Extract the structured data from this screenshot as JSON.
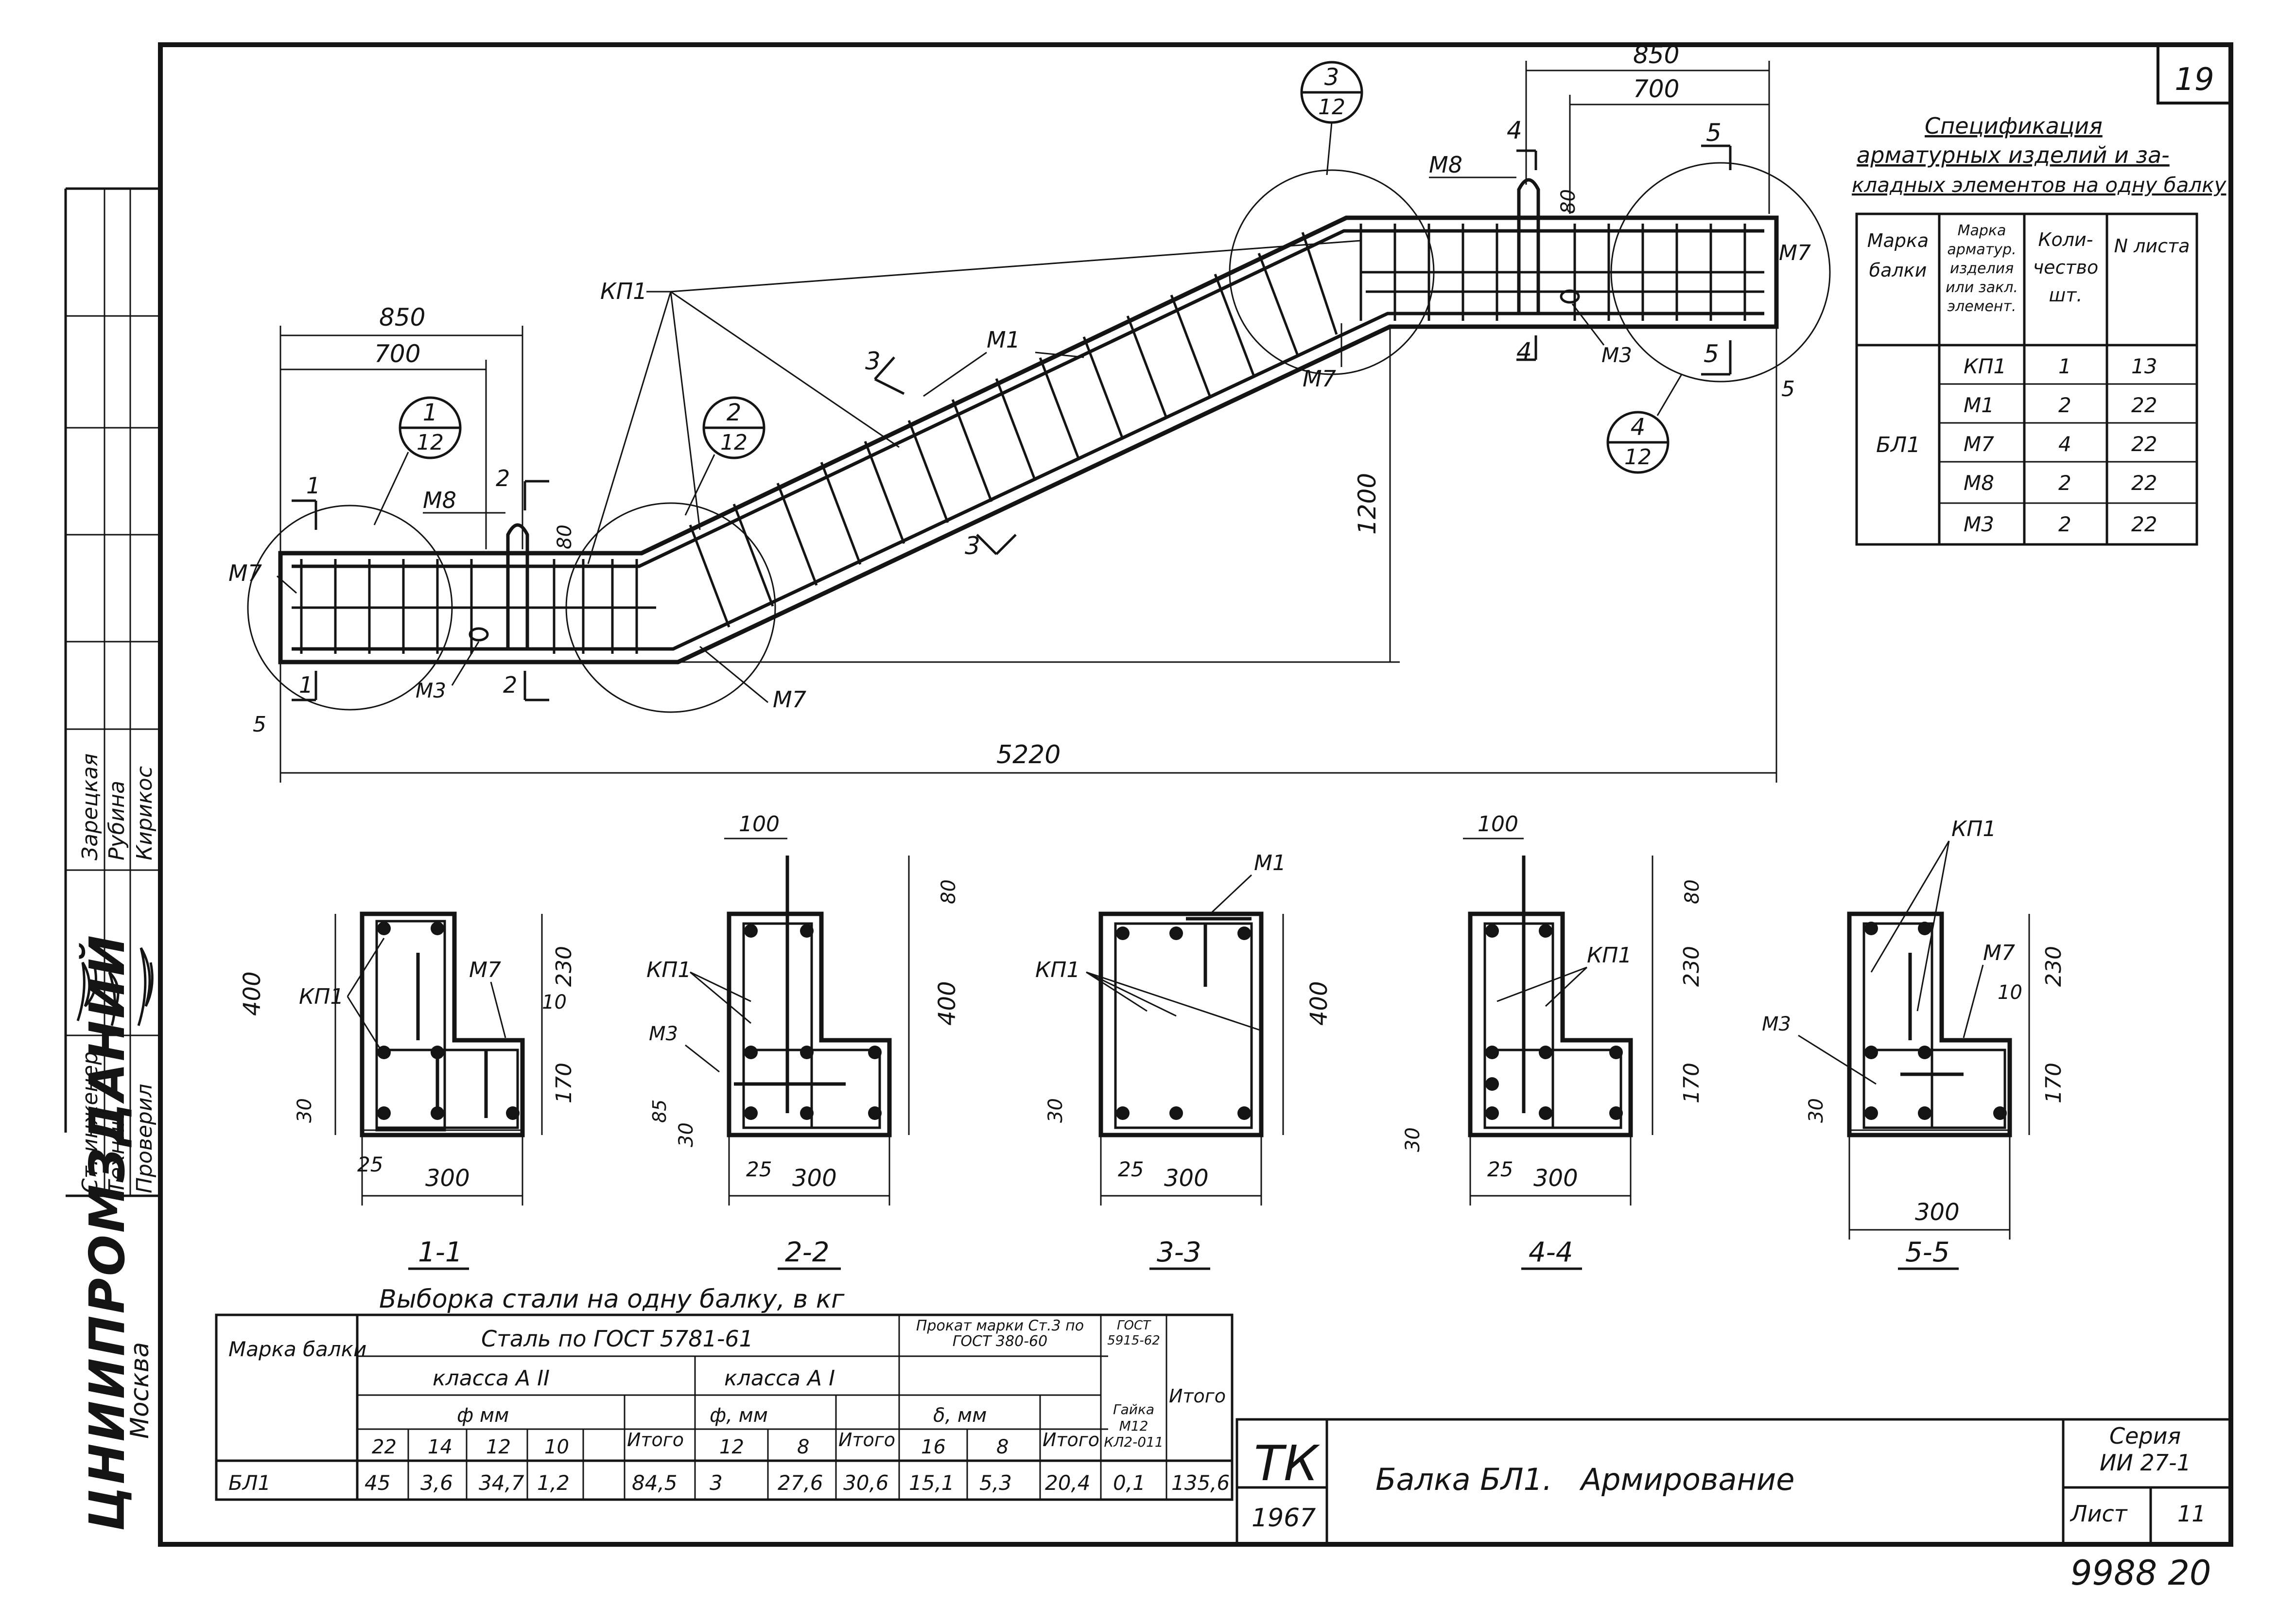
{
  "sheet": {
    "sheet_number_top": "19",
    "bottom_note": "9988 20",
    "org_name": "ЦНИИПРОМЗДАНИЙ",
    "org_city": "Москва"
  },
  "roles": [
    {
      "role": "Ст. инженер",
      "name": "Зарецкая"
    },
    {
      "role": "Техник",
      "name": "Рубина"
    },
    {
      "role": "Проверил",
      "name": "Кирикос"
    }
  ],
  "title_block": {
    "stamp": "ТК",
    "year": "1967",
    "title": "Балка БЛ1.   Армирование",
    "series_label": "Серия",
    "series_value": "ИИ 27-1",
    "sheet_label": "Лист",
    "sheet_value": "11"
  },
  "spec_table": {
    "title_line1": "Спецификация",
    "title_line2": "арматурных изделий и за-",
    "title_line3": "кладных элементов на одну балку",
    "headers": [
      "Марка балки",
      "Марка арматур. изделия или закл. элемент.",
      "Коли- чество шт.",
      "N листа"
    ],
    "beam": "БЛ1",
    "rows": [
      {
        "mark": "КП1",
        "qty": "1",
        "sheet": "13"
      },
      {
        "mark": "М1",
        "qty": "2",
        "sheet": "22"
      },
      {
        "mark": "М7",
        "qty": "4",
        "sheet": "22"
      },
      {
        "mark": "М8",
        "qty": "2",
        "sheet": "22"
      },
      {
        "mark": "М3",
        "qty": "2",
        "sheet": "22"
      }
    ]
  },
  "steel_table": {
    "title": "Выборка стали на одну балку, в кг",
    "h_mark": "Марка балки",
    "h_gost": "Сталь по ГОСТ 5781-61",
    "h_a2": "класса А II",
    "h_a1": "класса А I",
    "h_phi": "ф мм",
    "h_phi2": "ф, мм",
    "h_prokat": "Прокат марки Ст.3 по ГОСТ 380-60",
    "h_delta": "δ, мм",
    "h_gost2": "ГОСТ 5915-62",
    "h_nut": "Гайка М12 КЛ2-011",
    "h_total": "Итого",
    "d22": "22",
    "d14": "14",
    "d12": "12",
    "d10": "10",
    "e12": "12",
    "e8": "8",
    "t16": "16",
    "t8": "8",
    "row": [
      "БЛ1",
      "45",
      "3,6",
      "34,7",
      "1,2",
      "84,5",
      "3",
      "27,6",
      "30,6",
      "15,1",
      "5,3",
      "20,4",
      "0,1",
      "135,6"
    ]
  },
  "elevation": {
    "dim_total": "5220",
    "dim_850_left": "850",
    "dim_700_left": "700",
    "dim_850_right": "850",
    "dim_700_right": "700",
    "dim_1200": "1200",
    "dim_80a": "80",
    "dim_80b": "80",
    "dim_5a": "5",
    "dim_5b": "5",
    "labels": {
      "kp1": "КП1",
      "m1": "М1",
      "m8a": "М8",
      "m8b": "М8",
      "m7a": "М7",
      "m7b": "М7",
      "m7c": "М7",
      "m7d": "М7",
      "m3a": "М3",
      "m3b": "М3"
    },
    "callouts": [
      {
        "num": "1",
        "den": "12"
      },
      {
        "num": "2",
        "den": "12"
      },
      {
        "num": "3",
        "den": "12"
      },
      {
        "num": "4",
        "den": "12"
      }
    ],
    "cuts": [
      "1",
      "1",
      "2",
      "2",
      "3",
      "3",
      "4",
      "4",
      "5",
      "5"
    ]
  },
  "sections": [
    {
      "title": "1-1",
      "w": "300",
      "h": "400",
      "h1": "230",
      "h2": "170",
      "b": "30",
      "c": "25",
      "t": "10",
      "labels": [
        "КП1",
        "М7"
      ]
    },
    {
      "title": "2-2",
      "w": "300",
      "h": "400",
      "top": "100",
      "ext": "80",
      "b": "30",
      "b2": "85",
      "c": "25",
      "labels": [
        "КП1",
        "М3"
      ]
    },
    {
      "title": "3-3",
      "w": "300",
      "h": "400",
      "b": "30",
      "c": "25",
      "labels": [
        "КП1",
        "М1"
      ]
    },
    {
      "title": "4-4",
      "w": "300",
      "h1": "230",
      "h2": "170",
      "top": "100",
      "ext": "80",
      "b": "30",
      "c": "25",
      "labels": [
        "КП1"
      ]
    },
    {
      "title": "5-5",
      "w": "300",
      "h1": "230",
      "h2": "170",
      "b": "30",
      "t": "10",
      "labels": [
        "КП1",
        "М7",
        "М3"
      ]
    }
  ]
}
